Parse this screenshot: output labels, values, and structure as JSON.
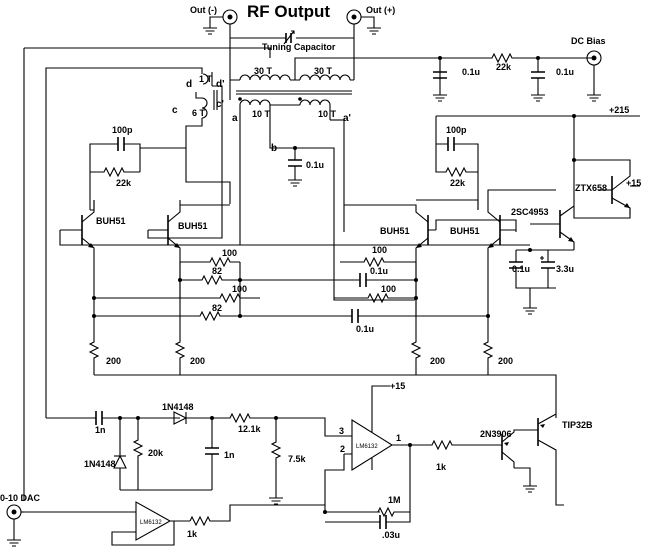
{
  "title": "RF Output",
  "out_minus": "Out (-)",
  "out_plus": "Out (+)",
  "tuning_cap": "Tuning Capacitor",
  "dc_bias": "DC Bias",
  "supply_215": "+215",
  "supply_15a": "+15",
  "supply_15b": "+15",
  "dac_input": "0-10 DAC",
  "windings": {
    "d_letter": "d",
    "d_prime": "d'",
    "c_letter": "c",
    "c_prime": "c'",
    "a_letter": "a",
    "a_prime": "a'",
    "b_letter": "b",
    "t1": "1 T",
    "t30a": "30 T",
    "t30b": "30 T",
    "t6": "6 T",
    "t10a": "10 T",
    "t10b": "10 T"
  },
  "parts": {
    "buh51_1": "BUH51",
    "buh51_2": "BUH51",
    "buh51_3": "BUH51",
    "buh51_4": "BUH51",
    "q_2sc4953": "2SC4953",
    "q_ztx658": "ZTX658",
    "q_2n3906": "2N3906",
    "q_tip32b": "TIP32B",
    "d_1n4148_a": "1N4148",
    "d_1n4148_b": "1N4148",
    "opamp_main": "LM6132",
    "opamp_buf": "LM6132",
    "pin_plus": "3",
    "pin_minus": "2",
    "pin_out": "1"
  },
  "values": {
    "c_01u_a": "0.1u",
    "c_01u_b": "0.1u",
    "r_22k_bias": "22k",
    "c_100p_l": "100p",
    "r_22k_l": "22k",
    "c_100p_r": "100p",
    "r_22k_r": "22k",
    "c_01u_mid": "0.1u",
    "c_01u_2sc": "0.1u",
    "c_33u": "3.3u",
    "r_100_1": "100",
    "r_100_2": "100",
    "r_100_3": "100",
    "r_100_4": "100",
    "r_82_1": "82",
    "r_82_2": "82",
    "c_01u_net1": "0.1u",
    "c_01u_net2": "0.1u",
    "r_200_1": "200",
    "r_200_2": "200",
    "r_200_3": "200",
    "r_200_4": "200",
    "c_1n_a": "1n",
    "r_20k": "20k",
    "r_12_1k": "12.1k",
    "c_1n_b": "1n",
    "r_7_5k": "7.5k",
    "r_1k_a": "1k",
    "r_1k_b": "1k",
    "r_1m": "1M",
    "c_03u": ".03u"
  }
}
